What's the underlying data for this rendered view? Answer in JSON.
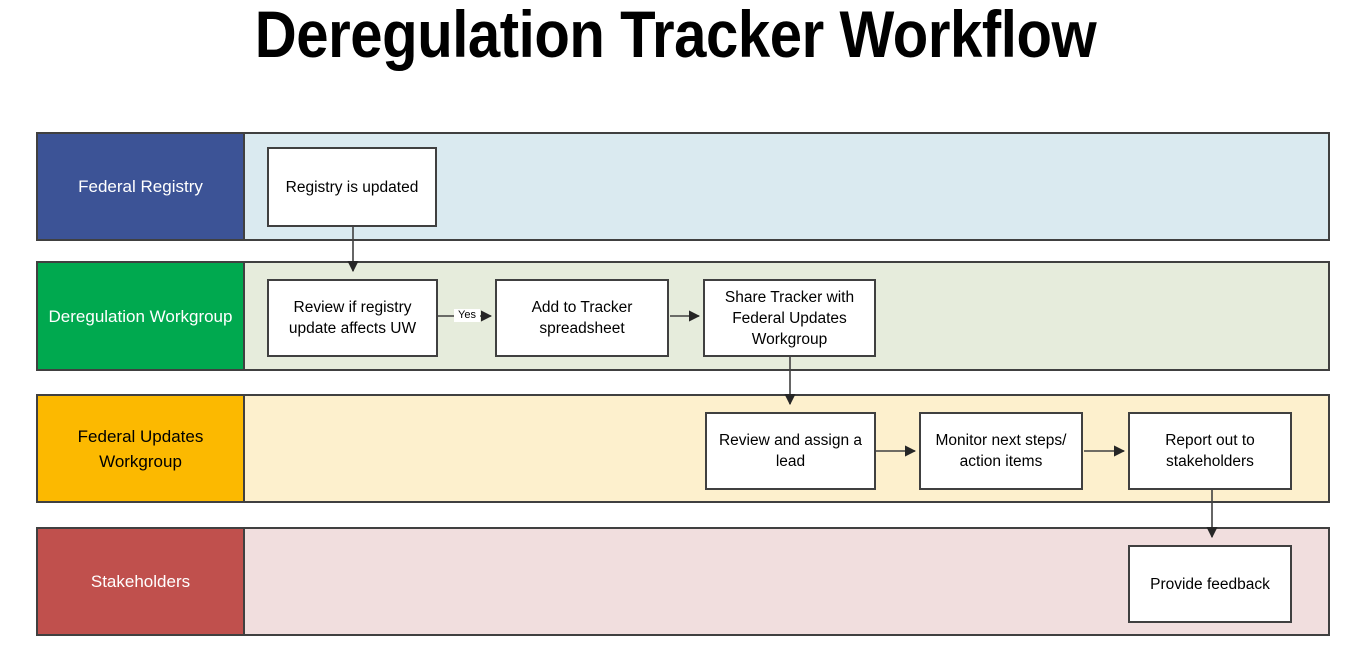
{
  "title": "Deregulation Tracker Workflow",
  "colors": {
    "lane1_header": "#3c5396",
    "lane1_body": "#daeaf0",
    "lane2_header": "#00a94f",
    "lane2_body": "#e6ecdc",
    "lane3_header": "#fcb900",
    "lane3_body": "#fdf0cd",
    "lane4_header": "#c0504d",
    "lane4_body": "#f1dede",
    "border": "#404040",
    "box_fill": "#ffffff",
    "connector": "#404040",
    "title_text": "#000000"
  },
  "lanes": [
    {
      "id": "federal-registry",
      "label": "Federal Registry",
      "header_text_color": "#ffffff",
      "steps": [
        {
          "id": "registry-is-updated",
          "label": "Registry is updated"
        }
      ]
    },
    {
      "id": "deregulation-workgroup",
      "label": "Deregulation Workgroup",
      "header_text_color": "#ffffff",
      "steps": [
        {
          "id": "review-if-registry-update-affects-uw",
          "label": "Review if registry update affects UW"
        },
        {
          "id": "add-to-tracker-spreadsheet",
          "label": "Add to Tracker spreadsheet"
        },
        {
          "id": "share-tracker-with-federal-updates-workgroup",
          "label": "Share Tracker with Federal Updates Workgroup"
        }
      ]
    },
    {
      "id": "federal-updates-workgroup",
      "label": "Federal Updates Workgroup",
      "header_text_color": "#000000",
      "steps": [
        {
          "id": "review-and-assign-a-lead",
          "label": "Review and assign a lead"
        },
        {
          "id": "monitor-next-steps-action-items",
          "label": "Monitor next steps/ action items"
        },
        {
          "id": "report-out-to-stakeholders",
          "label": "Report out to stakeholders"
        }
      ]
    },
    {
      "id": "stakeholders",
      "label": "Stakeholders",
      "header_text_color": "#ffffff",
      "steps": [
        {
          "id": "provide-feedback",
          "label": "Provide feedback"
        }
      ]
    }
  ],
  "connector_labels": [
    {
      "id": "yes-label",
      "label": "Yes"
    }
  ]
}
